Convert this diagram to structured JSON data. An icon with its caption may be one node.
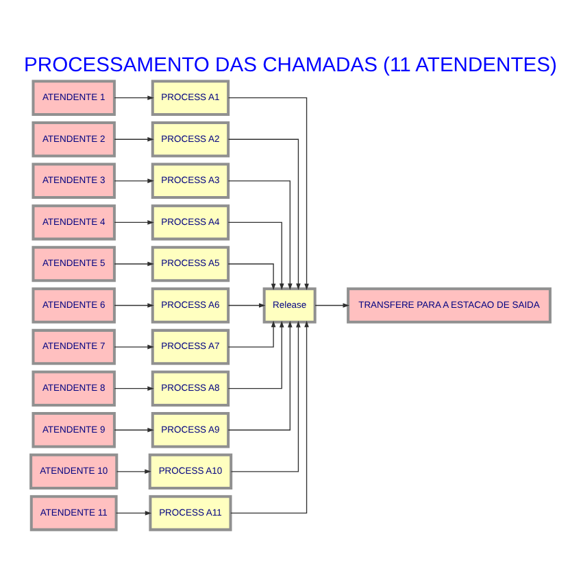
{
  "diagram": {
    "title": "PROCESSAMENTO DAS CHAMADAS (11 ATENDENTES)",
    "nodes": [
      {
        "text": [
          "ATENDENTE 1"
        ]
      },
      {
        "text": [
          "ATENDENTE 2"
        ]
      },
      {
        "text": [
          "ATENDENTE 3"
        ]
      },
      {
        "text": [
          "ATENDENTE 4"
        ]
      },
      {
        "text": [
          "ATENDENTE 5"
        ]
      },
      {
        "text": [
          "ATENDENTE 6"
        ]
      },
      {
        "text": [
          "ATENDENTE 7"
        ]
      },
      {
        "text": [
          "ATENDENTE 8"
        ]
      },
      {
        "text": [
          "ATENDENTE 9"
        ]
      },
      {
        "text": [
          "ATENDENTE 10"
        ]
      },
      {
        "text": [
          "ATENDENTE 11"
        ]
      },
      {
        "text": [
          "PROCESS A1"
        ]
      },
      {
        "text": [
          "PROCESS A2"
        ]
      },
      {
        "text": [
          "PROCESS A3"
        ]
      },
      {
        "text": [
          "PROCESS A4"
        ]
      },
      {
        "text": [
          "PROCESS A5"
        ]
      },
      {
        "text": [
          "PROCESS A6"
        ]
      },
      {
        "text": [
          "PROCESS A7"
        ]
      },
      {
        "text": [
          "PROCESS A8"
        ]
      },
      {
        "text": [
          "PROCESS A9"
        ]
      },
      {
        "text": [
          "PROCESS A10"
        ]
      },
      {
        "text": [
          "PROCESS A11"
        ]
      },
      {
        "text": [
          "Release"
        ]
      },
      {
        "text": [
          "TRANSFERE PARA A ESTACAO DE SAIDA"
        ]
      }
    ],
    "edges": [
      {
        "from": 0,
        "to": 11,
        "arrow": "to"
      },
      {
        "from": 1,
        "to": 12,
        "arrow": "to"
      },
      {
        "from": 2,
        "to": 13,
        "arrow": "to"
      },
      {
        "from": 3,
        "to": 14,
        "arrow": "to"
      },
      {
        "from": 4,
        "to": 15,
        "arrow": "to"
      },
      {
        "from": 5,
        "to": 16,
        "arrow": "to"
      },
      {
        "from": 6,
        "to": 17,
        "arrow": "to"
      },
      {
        "from": 7,
        "to": 18,
        "arrow": "to"
      },
      {
        "from": 8,
        "to": 19,
        "arrow": "to"
      },
      {
        "from": 9,
        "to": 20,
        "arrow": "to"
      },
      {
        "from": 10,
        "to": 21,
        "arrow": "to"
      },
      {
        "from": 11,
        "to": 22,
        "arrow": "to"
      },
      {
        "from": 12,
        "to": 22,
        "arrow": "to"
      },
      {
        "from": 13,
        "to": 22,
        "arrow": "to"
      },
      {
        "from": 14,
        "to": 22,
        "arrow": "to"
      },
      {
        "from": 15,
        "to": 22,
        "arrow": "to"
      },
      {
        "from": 16,
        "to": 22,
        "arrow": "to"
      },
      {
        "from": 17,
        "to": 22,
        "arrow": "to"
      },
      {
        "from": 18,
        "to": 22,
        "arrow": "to"
      },
      {
        "from": 19,
        "to": 22,
        "arrow": "to"
      },
      {
        "from": 20,
        "to": 22,
        "arrow": "to"
      },
      {
        "from": 21,
        "to": 22,
        "arrow": "to"
      },
      {
        "from": 22,
        "to": 23,
        "arrow": "to"
      }
    ]
  }
}
